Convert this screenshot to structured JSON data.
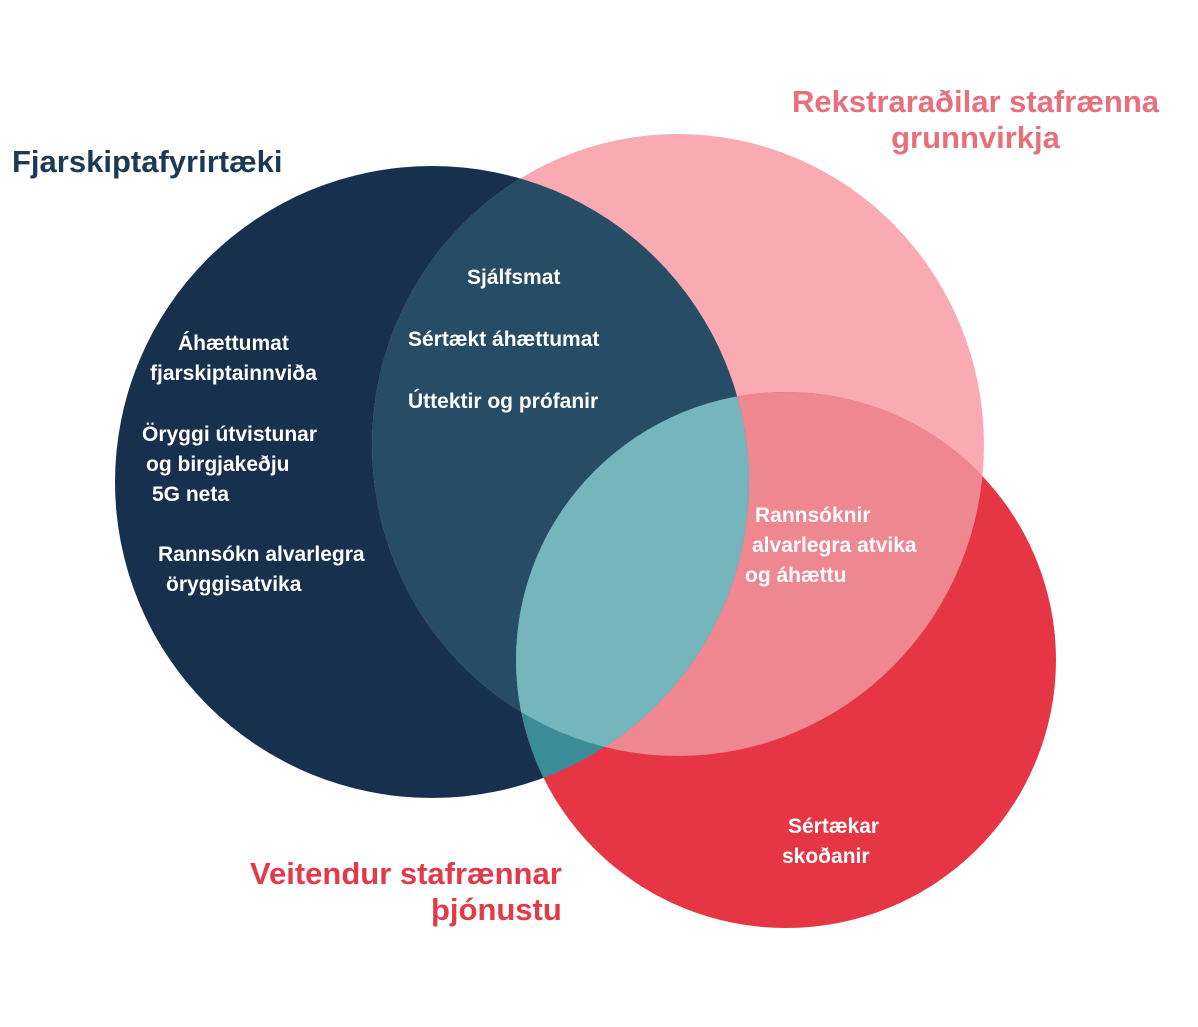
{
  "colors": {
    "telecom": "#17304d",
    "infra": "#f9aab2",
    "digital": "#e63645",
    "telecom_infra": "#274c65",
    "infra_digital": "#ee878f",
    "telecom_digital": "#3a8d96",
    "all_three": "#75b5bc",
    "label_telecom": "#1d3a55",
    "label_infra": "#e8707c",
    "label_digital": "#e23a48"
  },
  "sets": {
    "telecom": {
      "label_lines": [
        "Fjarskiptafyrirtæki"
      ]
    },
    "infra": {
      "label_lines": [
        "Rekstraraðilar stafrænna",
        "grunnvirkja"
      ]
    },
    "digital": {
      "label_lines": [
        "Veitendur stafrænnar",
        "þjónustu"
      ]
    }
  },
  "regions": {
    "telecom_only": {
      "items": [
        {
          "lines": [
            "Áhættumat",
            "fjarskiptainnviða"
          ]
        },
        {
          "lines": [
            "Öryggi útvistunar",
            "og birgjakeðju",
            "5G neta"
          ]
        },
        {
          "lines": [
            "Rannsókn alvarlegra",
            "öryggisatvika"
          ]
        }
      ]
    },
    "telecom_infra": {
      "items": [
        {
          "lines": [
            "Sjálfsmat"
          ]
        },
        {
          "lines": [
            "Sértækt áhættumat"
          ]
        },
        {
          "lines": [
            "Úttektir og prófanir"
          ]
        }
      ]
    },
    "infra_digital": {
      "items": [
        {
          "lines": [
            "Rannsóknir",
            "alvarlegra atvika",
            "og áhættu"
          ]
        }
      ]
    },
    "digital_only": {
      "items": [
        {
          "lines": [
            "Sértækar",
            "skoðanir"
          ]
        }
      ]
    }
  }
}
